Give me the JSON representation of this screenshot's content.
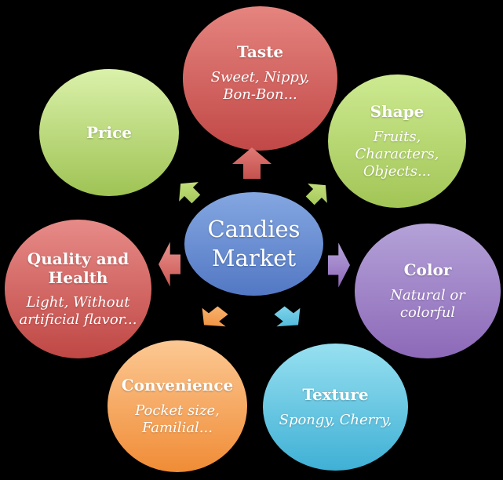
{
  "diagram": {
    "background": "#000000",
    "center": {
      "label": "Candies\nMarket",
      "grad": {
        "top": "#84a7e1",
        "bottom": "#5378c4"
      }
    },
    "nodes": [
      {
        "id": "taste",
        "title": "Taste",
        "desc": "Sweet, Nippy,\nBon-Bon...",
        "grad": {
          "top": "#e5847f",
          "bottom": "#c14846"
        }
      },
      {
        "id": "shape",
        "title": "Shape",
        "desc": "Fruits,\nCharacters,\nObjects...",
        "grad": {
          "top": "#cdea91",
          "bottom": "#a2c556"
        }
      },
      {
        "id": "color",
        "title": "Color",
        "desc": "Natural or\ncolorful",
        "grad": {
          "top": "#b4a2d8",
          "bottom": "#8d69b8"
        }
      },
      {
        "id": "texture",
        "title": "Texture",
        "desc": "Spongy, Cherry,",
        "grad": {
          "top": "#97e0f0",
          "bottom": "#3fb0d5"
        }
      },
      {
        "id": "convenience",
        "title": "Convenience",
        "desc": "Pocket size,\nFamilial...",
        "grad": {
          "top": "#fcc893",
          "bottom": "#f08c36"
        }
      },
      {
        "id": "quality",
        "title": "Quality and\nHealth",
        "desc": "Light, Without\nartificial flavor...",
        "grad": {
          "top": "#e78b88",
          "bottom": "#bf4744"
        }
      },
      {
        "id": "price",
        "title": "Price",
        "desc": "",
        "grad": {
          "top": "#daf1aa",
          "bottom": "#9fc354"
        }
      }
    ],
    "arrows": [
      {
        "target": "taste",
        "direction": "up",
        "grad": {
          "top": "#e07a76",
          "bottom": "#c4524e"
        }
      },
      {
        "target": "price",
        "direction": "up-left",
        "grad": {
          "top": "#cbe583",
          "bottom": "#a0c455"
        }
      },
      {
        "target": "shape",
        "direction": "up-right",
        "grad": {
          "top": "#cbe583",
          "bottom": "#a0c455"
        }
      },
      {
        "target": "quality",
        "direction": "left",
        "grad": {
          "top": "#e8918e",
          "bottom": "#cb5752"
        }
      },
      {
        "target": "color",
        "direction": "right",
        "grad": {
          "top": "#b7a5dc",
          "bottom": "#8d68b8"
        }
      },
      {
        "target": "convenience",
        "direction": "down-left",
        "grad": {
          "top": "#fab976",
          "bottom": "#ee8a36"
        }
      },
      {
        "target": "texture",
        "direction": "down-right",
        "grad": {
          "top": "#8ad9ec",
          "bottom": "#43b2d7"
        }
      }
    ]
  }
}
